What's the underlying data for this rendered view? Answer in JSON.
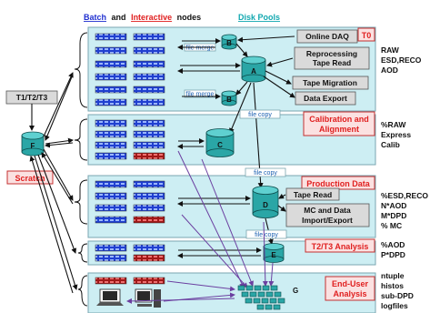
{
  "header": {
    "batch": "Batch",
    "and": "and",
    "interactive": "Interactive",
    "nodes": "nodes",
    "disk_pools": "Disk Pools"
  },
  "colors": {
    "batch": "#2030d0",
    "interactive": "#e02020",
    "disk_pools": "#12a8b0",
    "panel": "#cdeef3",
    "tag_text": "#e02020"
  },
  "left": {
    "t1t2t3": "T1/T2/T3",
    "f_label": "F",
    "scratch": "Scratch"
  },
  "t0": {
    "tag": "T0",
    "b_top": "B",
    "b_bottom": "B",
    "a": "A",
    "file_merge_top": "file merge",
    "file_merge_bottom": "file merge",
    "online_daq": "Online DAQ",
    "reprocessing_line1": "Reprocessing",
    "reprocessing_line2": "Tape Read",
    "tape_migration": "Tape Migration",
    "data_export": "Data Export",
    "side_line1": "RAW",
    "side_line2": "ESD,RECO",
    "side_line3": "AOD"
  },
  "calibration": {
    "tag_line1": "Calibration and",
    "tag_line2": "Alignment",
    "c": "C",
    "file_copy": "file copy",
    "side_line1": "%RAW",
    "side_line2": "Express",
    "side_line3": "Calib"
  },
  "production": {
    "tag": "Production Data",
    "d": "D",
    "file_copy": "file copy",
    "tape_read": "Tape Read",
    "mc_line1": "MC and Data",
    "mc_line2": "Import/Export",
    "side_line1": "%ESD,RECO",
    "side_line2": "N*AOD",
    "side_line3": "M*DPD",
    "side_line4": "% MC"
  },
  "t2t3": {
    "tag": "T2/T3 Analysis",
    "e": "E",
    "file_copy": "file copy",
    "side_line1": "%AOD",
    "side_line2": "P*DPD"
  },
  "enduser": {
    "tag_line1": "End-User",
    "tag_line2": "Analysis",
    "g": "G",
    "side_line1": "ntuple",
    "side_line2": "histos",
    "side_line3": "sub-DPD",
    "side_line4": "logfiles"
  }
}
